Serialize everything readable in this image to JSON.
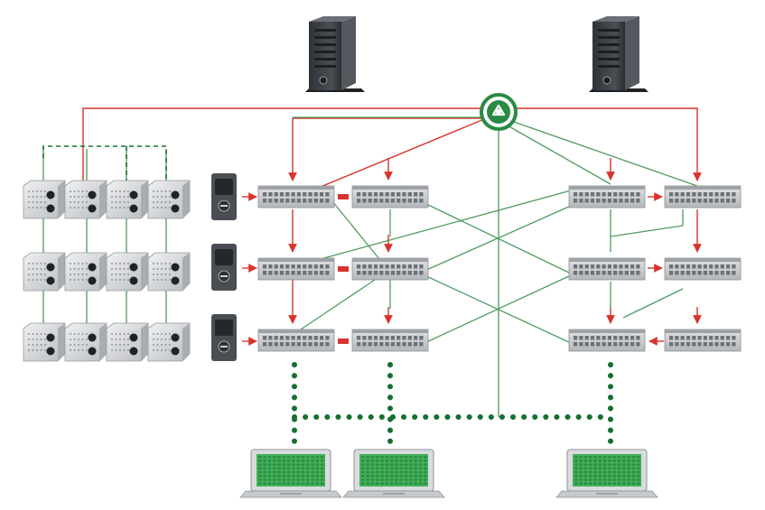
{
  "colors": {
    "red_link": "#d8342c",
    "green_link": "#4f9a5e",
    "green_dotted": "#13702f",
    "hub_green": "#2a8a44",
    "switch_body": "#c7c9cc",
    "switch_port": "#6d7177",
    "server_body": "#3e4247",
    "screen_green": "#43b25a"
  },
  "icons": {
    "servers": [
      "server-tower-icon",
      "server-tower-icon"
    ],
    "hub": "recycle-hub-icon",
    "switches": "network-switch-icon",
    "access_readers": "card-reader-icon",
    "camera_units": "camera-unit-icon",
    "laptops": "laptop-icon"
  },
  "counts": {
    "servers": 2,
    "switches": 12,
    "access_readers": 3,
    "camera_units": 12,
    "laptops": 3
  }
}
